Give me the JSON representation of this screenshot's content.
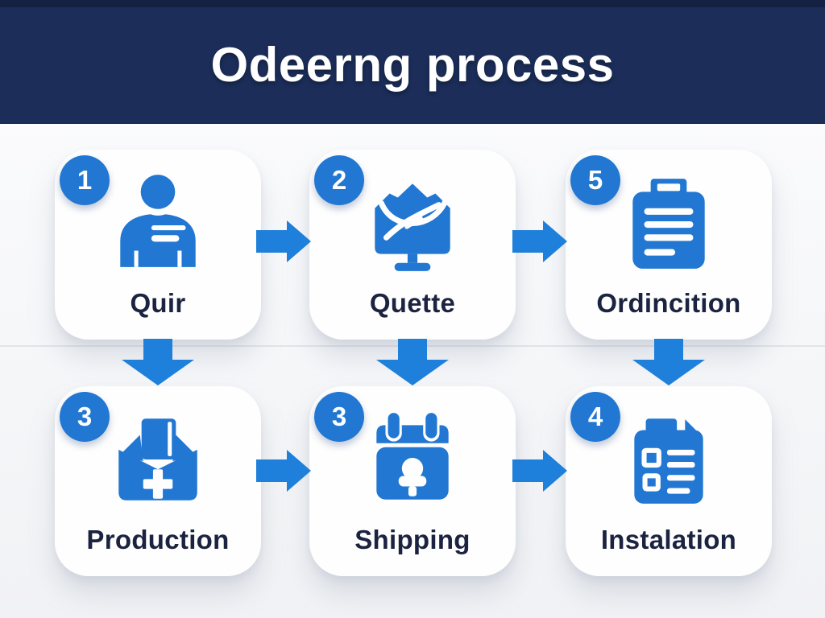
{
  "title": "Odeerng process",
  "theme": {
    "header_bg": "#1b2d58",
    "header_top_strip": "#152142",
    "primary_blue": "#2177d2",
    "arrow_blue": "#1e80da",
    "card_bg": "#fefefe",
    "label_color": "#1c2340",
    "title_color": "#ffffff",
    "page_bg": "#f4f5f7"
  },
  "steps": [
    {
      "badge": "1",
      "label": "Quir",
      "icon": "person-icon"
    },
    {
      "badge": "2",
      "label": "Quette",
      "icon": "monitor-headset-icon"
    },
    {
      "badge": "5",
      "label": "Ordincition",
      "icon": "clipboard-icon"
    },
    {
      "badge": "3",
      "label": "Production",
      "icon": "open-box-icon"
    },
    {
      "badge": "3",
      "label": "Shipping",
      "icon": "calendar-icon"
    },
    {
      "badge": "4",
      "label": "Instalation",
      "icon": "checklist-icon"
    }
  ]
}
